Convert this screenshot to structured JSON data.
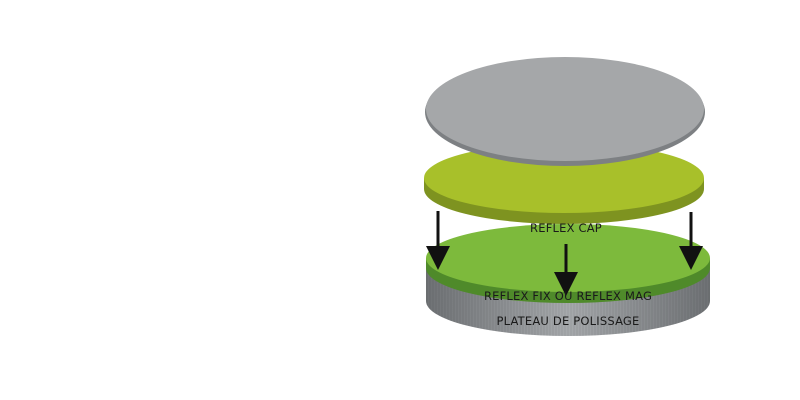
{
  "layers": {
    "cap": {
      "label": "REFLEX CAP"
    },
    "fix": {
      "label": "REFLEX FIX OU REFLEX MAG"
    },
    "plate": {
      "label": "PLATEAU DE POLISSAGE"
    }
  },
  "colors": {
    "top_disc": "#a5a7a9",
    "top_disc_edge": "#7d8083",
    "cap_green": "#a8c02a",
    "cap_edge": "#7e9320",
    "fix_green": "#7dba3c",
    "fix_edge": "#4f8a2a",
    "plate_grey": "#8f9295",
    "arrow": "#111111"
  }
}
